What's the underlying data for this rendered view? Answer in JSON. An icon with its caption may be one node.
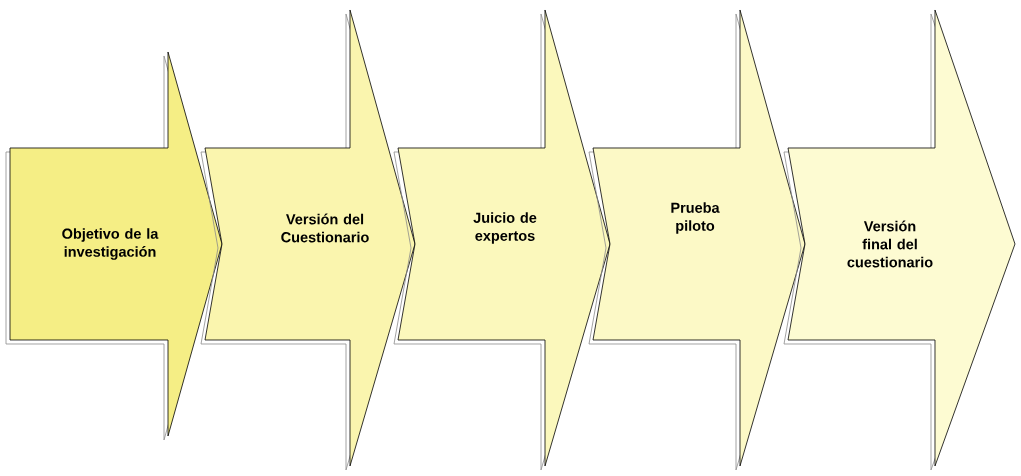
{
  "diagram": {
    "nodes": [
      {
        "text": [
          "Objetivo de la investigación"
        ]
      },
      {
        "text": [
          "Versión del Cuestionario"
        ]
      },
      {
        "text": [
          "Juicio de expertos"
        ]
      },
      {
        "text": [
          "Prueba piloto"
        ]
      },
      {
        "text": [
          "Versión final del cuestionario"
        ]
      }
    ]
  }
}
